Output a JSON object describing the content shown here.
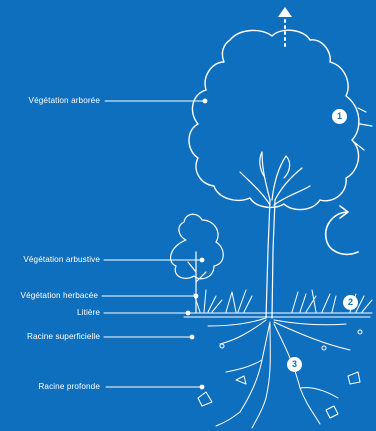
{
  "labels": {
    "arboree": "Végétation arborée",
    "arbustive": "Végétation arbustive",
    "herbacee": "Végétation herbacée",
    "litiere": "Litière",
    "superficielle": "Racine superficielle",
    "profonde": "Racine profonde"
  },
  "markers": [
    "1",
    "2",
    "3"
  ],
  "colors": {
    "background": "#0f6fbf",
    "line": "#ffffff"
  },
  "icons": [
    "arrow-up-icon",
    "rotation-arrow-icon"
  ]
}
